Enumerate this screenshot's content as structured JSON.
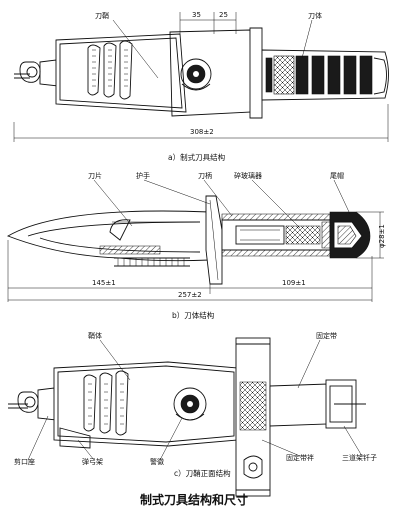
{
  "top_view": {
    "labels": {
      "sheath": "刀鞘",
      "blade_body": "刀体"
    },
    "dims": {
      "a": "35",
      "b": "25",
      "overall": "308±2"
    },
    "caption": "a）制式刀具结构"
  },
  "blade_view": {
    "labels": {
      "blade": "刀片",
      "guard": "护手",
      "handle": "刀柄",
      "glass_breaker": "碎玻璃器",
      "tail_cap": "尾帽"
    },
    "dims": {
      "blade_len": "145±1",
      "handle_len": "109±1",
      "overall": "257±2",
      "diameter": "φ28±1"
    },
    "caption": "b）刀体结构"
  },
  "sheath_view": {
    "labels": {
      "sheath_body": "鞘体",
      "fixing_strap": "固定带",
      "front_seat": "剪口座",
      "spring_frame": "弹弓架",
      "police_emblem": "警徽",
      "strap_buckle": "固定带袢",
      "triple_bar_buckle": "三道架钎子"
    },
    "caption": "c）刀鞘正面结构"
  },
  "figure_title": "制式刀具结构和尺寸"
}
